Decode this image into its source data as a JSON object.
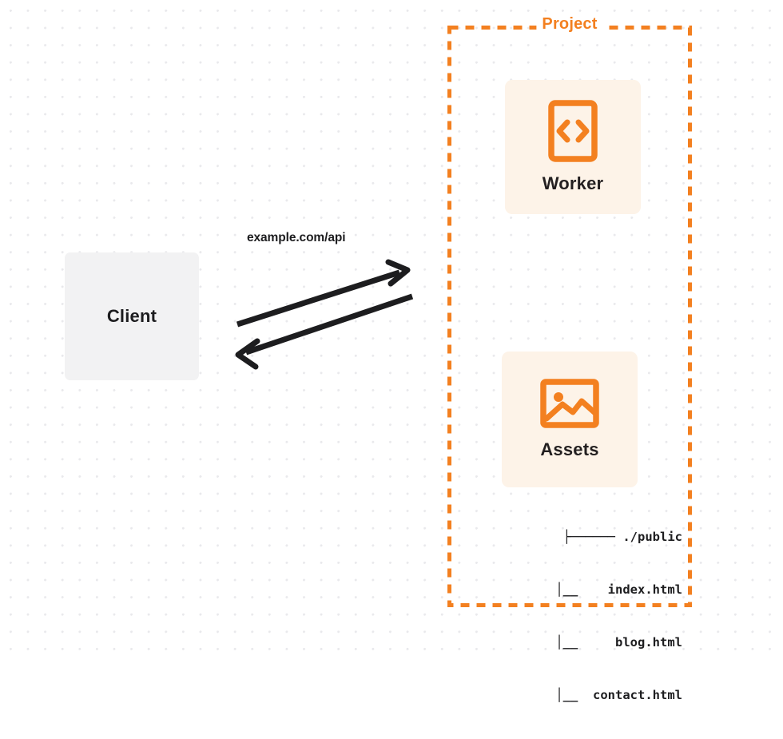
{
  "colors": {
    "accent_orange": "#f38020",
    "card_background": "#fdf3e8",
    "client_background": "#f2f2f3",
    "text_dark": "#1d1d1f",
    "grid_dot": "#e9e9ec",
    "page_background": "#ffffff"
  },
  "client": {
    "label": "Client"
  },
  "connection": {
    "label": "example.com/api",
    "request_direction": "client-to-project",
    "response_direction": "project-to-client"
  },
  "project": {
    "label": "Project",
    "border_style": "dashed",
    "resources": [
      {
        "title": "Worker",
        "icon": "code-file-icon"
      },
      {
        "title": "Assets",
        "icon": "image-icon"
      }
    ],
    "file_tree": [
      "├────── ./public",
      "   │__    index.html",
      "   │__     blog.html",
      "   │__  contact.html"
    ]
  }
}
